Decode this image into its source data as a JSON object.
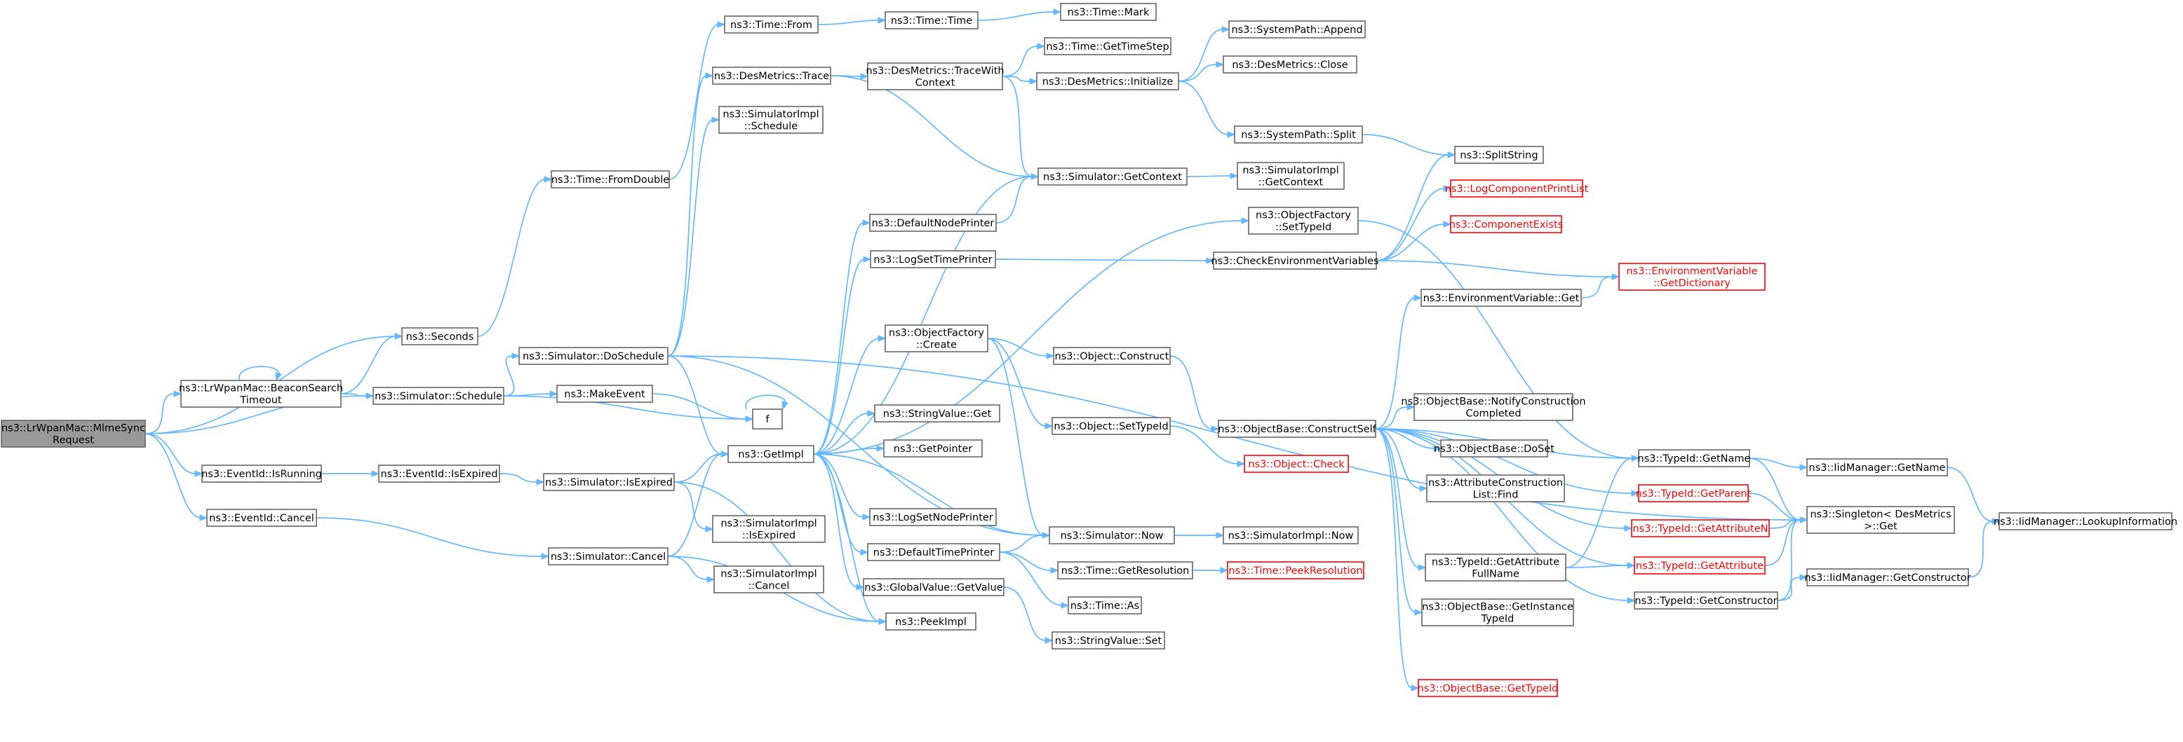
{
  "nodes": [
    {
      "id": "root",
      "lines": [
        "ns3::LrWpanMac::MlmeSync",
        "Request"
      ],
      "color": "root"
    },
    {
      "id": "seconds",
      "lines": [
        "ns3::Seconds"
      ],
      "color": "normal"
    },
    {
      "id": "beacon",
      "lines": [
        "ns3::LrWpanMac::BeaconSearch",
        "Timeout"
      ],
      "color": "normal"
    },
    {
      "id": "schedule",
      "lines": [
        "ns3::Simulator::Schedule"
      ],
      "color": "normal"
    },
    {
      "id": "isrunning",
      "lines": [
        "ns3::EventId::IsRunning"
      ],
      "color": "normal"
    },
    {
      "id": "cancel",
      "lines": [
        "ns3::EventId::Cancel"
      ],
      "color": "normal"
    },
    {
      "id": "fromdouble",
      "lines": [
        "ns3::Time::FromDouble"
      ],
      "color": "normal"
    },
    {
      "id": "doschedule",
      "lines": [
        "ns3::Simulator::DoSchedule"
      ],
      "color": "normal"
    },
    {
      "id": "makeevent",
      "lines": [
        "ns3::MakeEvent"
      ],
      "color": "normal"
    },
    {
      "id": "f",
      "lines": [
        "f"
      ],
      "color": "normal"
    },
    {
      "id": "isexpiredevent",
      "lines": [
        "ns3::EventId::IsExpired"
      ],
      "color": "normal"
    },
    {
      "id": "simisexpired",
      "lines": [
        "ns3::Simulator::IsExpired"
      ],
      "color": "normal"
    },
    {
      "id": "simcancel",
      "lines": [
        "ns3::Simulator::Cancel"
      ],
      "color": "normal"
    },
    {
      "id": "timefrom",
      "lines": [
        "ns3::Time::From"
      ],
      "color": "normal"
    },
    {
      "id": "destrace",
      "lines": [
        "ns3::DesMetrics::Trace"
      ],
      "color": "normal"
    },
    {
      "id": "implschedule",
      "lines": [
        "ns3::SimulatorImpl",
        "::Schedule"
      ],
      "color": "normal"
    },
    {
      "id": "getimpl",
      "lines": [
        "ns3::GetImpl"
      ],
      "color": "normal"
    },
    {
      "id": "implisexpired",
      "lines": [
        "ns3::SimulatorImpl",
        "::IsExpired"
      ],
      "color": "normal"
    },
    {
      "id": "implcancel",
      "lines": [
        "ns3::SimulatorImpl",
        "::Cancel"
      ],
      "color": "normal"
    },
    {
      "id": "peekimpl",
      "lines": [
        "ns3::PeekImpl"
      ],
      "color": "normal"
    },
    {
      "id": "timetime",
      "lines": [
        "ns3::Time::Time"
      ],
      "color": "normal"
    },
    {
      "id": "tracewith",
      "lines": [
        "ns3::DesMetrics::TraceWith",
        "Context"
      ],
      "color": "normal"
    },
    {
      "id": "defaultnode",
      "lines": [
        "ns3::DefaultNodePrinter"
      ],
      "color": "normal"
    },
    {
      "id": "logsettime",
      "lines": [
        "ns3::LogSetTimePrinter"
      ],
      "color": "normal"
    },
    {
      "id": "objfcreate",
      "lines": [
        "ns3::ObjectFactory",
        "::Create"
      ],
      "color": "normal"
    },
    {
      "id": "stringget",
      "lines": [
        "ns3::StringValue::Get"
      ],
      "color": "normal"
    },
    {
      "id": "getpointer",
      "lines": [
        "ns3::GetPointer"
      ],
      "color": "normal"
    },
    {
      "id": "logsetnode",
      "lines": [
        "ns3::LogSetNodePrinter"
      ],
      "color": "normal"
    },
    {
      "id": "defaulttime",
      "lines": [
        "ns3::DefaultTimePrinter"
      ],
      "color": "normal"
    },
    {
      "id": "globalget",
      "lines": [
        "ns3::GlobalValue::GetValue"
      ],
      "color": "normal"
    },
    {
      "id": "timemark",
      "lines": [
        "ns3::Time::Mark"
      ],
      "color": "normal"
    },
    {
      "id": "gettimestep",
      "lines": [
        "ns3::Time::GetTimeStep"
      ],
      "color": "normal"
    },
    {
      "id": "desinit",
      "lines": [
        "ns3::DesMetrics::Initialize"
      ],
      "color": "normal"
    },
    {
      "id": "simgetcontext",
      "lines": [
        "ns3::Simulator::GetContext"
      ],
      "color": "normal"
    },
    {
      "id": "objconstruct",
      "lines": [
        "ns3::Object::Construct"
      ],
      "color": "normal"
    },
    {
      "id": "objsettypeid",
      "lines": [
        "ns3::Object::SetTypeId"
      ],
      "color": "normal"
    },
    {
      "id": "simnow",
      "lines": [
        "ns3::Simulator::Now"
      ],
      "color": "normal"
    },
    {
      "id": "getres",
      "lines": [
        "ns3::Time::GetResolution"
      ],
      "color": "normal"
    },
    {
      "id": "timeas",
      "lines": [
        "ns3::Time::As"
      ],
      "color": "normal"
    },
    {
      "id": "stringset",
      "lines": [
        "ns3::StringValue::Set"
      ],
      "color": "normal"
    },
    {
      "id": "spappend",
      "lines": [
        "ns3::SystemPath::Append"
      ],
      "color": "normal"
    },
    {
      "id": "desclose",
      "lines": [
        "ns3::DesMetrics::Close"
      ],
      "color": "normal"
    },
    {
      "id": "spsplit",
      "lines": [
        "ns3::SystemPath::Split"
      ],
      "color": "normal"
    },
    {
      "id": "implgetcontext",
      "lines": [
        "ns3::SimulatorImpl",
        "::GetContext"
      ],
      "color": "normal"
    },
    {
      "id": "ofsettypeid",
      "lines": [
        "ns3::ObjectFactory",
        "::SetTypeId"
      ],
      "color": "normal"
    },
    {
      "id": "checkenv",
      "lines": [
        "ns3::CheckEnvironmentVariables"
      ],
      "color": "normal"
    },
    {
      "id": "envget",
      "lines": [
        "ns3::EnvironmentVariable::Get"
      ],
      "color": "normal"
    },
    {
      "id": "constructself",
      "lines": [
        "ns3::ObjectBase::ConstructSelf"
      ],
      "color": "normal"
    },
    {
      "id": "objcheck",
      "lines": [
        "ns3::Object::Check"
      ],
      "color": "red"
    },
    {
      "id": "implnow",
      "lines": [
        "ns3::SimulatorImpl::Now"
      ],
      "color": "normal"
    },
    {
      "id": "peekres",
      "lines": [
        "ns3::Time::PeekResolution"
      ],
      "color": "red"
    },
    {
      "id": "splitstring",
      "lines": [
        "ns3::SplitString"
      ],
      "color": "normal"
    },
    {
      "id": "logcomp",
      "lines": [
        "ns3::LogComponentPrintList"
      ],
      "color": "red"
    },
    {
      "id": "compexists",
      "lines": [
        "ns3::ComponentExists"
      ],
      "color": "red"
    },
    {
      "id": "envdict",
      "lines": [
        "ns3::EnvironmentVariable",
        "::GetDictionary"
      ],
      "color": "red"
    },
    {
      "id": "notify",
      "lines": [
        "ns3::ObjectBase::NotifyConstruction",
        "Completed"
      ],
      "color": "normal"
    },
    {
      "id": "doset",
      "lines": [
        "ns3::ObjectBase::DoSet"
      ],
      "color": "normal"
    },
    {
      "id": "attrfind",
      "lines": [
        "ns3::AttributeConstruction",
        "List::Find"
      ],
      "color": "normal"
    },
    {
      "id": "getattrfull",
      "lines": [
        "ns3::TypeId::GetAttribute",
        "FullName"
      ],
      "color": "normal"
    },
    {
      "id": "getinst",
      "lines": [
        "ns3::ObjectBase::GetInstance",
        "TypeId"
      ],
      "color": "normal"
    },
    {
      "id": "gettypeid",
      "lines": [
        "ns3::ObjectBase::GetTypeId"
      ],
      "color": "red"
    },
    {
      "id": "tidgetname",
      "lines": [
        "ns3::TypeId::GetName"
      ],
      "color": "normal"
    },
    {
      "id": "tidgetparent",
      "lines": [
        "ns3::TypeId::GetParent"
      ],
      "color": "red"
    },
    {
      "id": "tidgetattrn",
      "lines": [
        "ns3::TypeId::GetAttributeN"
      ],
      "color": "red"
    },
    {
      "id": "tidgetattr",
      "lines": [
        "ns3::TypeId::GetAttribute"
      ],
      "color": "red"
    },
    {
      "id": "tidgetctor",
      "lines": [
        "ns3::TypeId::GetConstructor"
      ],
      "color": "normal"
    },
    {
      "id": "singleton",
      "lines": [
        "ns3::Singleton< DesMetrics",
        " >::Get"
      ],
      "color": "normal"
    },
    {
      "id": "iidgetname",
      "lines": [
        "ns3::IidManager::GetName"
      ],
      "color": "normal"
    },
    {
      "id": "iidgetctor",
      "lines": [
        "ns3::IidManager::GetConstructor"
      ],
      "color": "normal"
    },
    {
      "id": "lookup",
      "lines": [
        "ns3::IidManager::LookupInformation"
      ],
      "color": "normal"
    }
  ],
  "edges": [
    [
      "root",
      "seconds"
    ],
    [
      "root",
      "beacon"
    ],
    [
      "root",
      "schedule"
    ],
    [
      "root",
      "isrunning"
    ],
    [
      "root",
      "cancel"
    ],
    [
      "beacon",
      "beacon"
    ],
    [
      "beacon",
      "seconds"
    ],
    [
      "beacon",
      "schedule"
    ],
    [
      "seconds",
      "fromdouble"
    ],
    [
      "fromdouble",
      "timefrom"
    ],
    [
      "timefrom",
      "timetime"
    ],
    [
      "timetime",
      "timemark"
    ],
    [
      "schedule",
      "doschedule"
    ],
    [
      "schedule",
      "makeevent"
    ],
    [
      "schedule",
      "f"
    ],
    [
      "makeevent",
      "f"
    ],
    [
      "f",
      "f"
    ],
    [
      "doschedule",
      "destrace"
    ],
    [
      "doschedule",
      "implschedule"
    ],
    [
      "doschedule",
      "getimpl"
    ],
    [
      "doschedule",
      "simnow"
    ],
    [
      "doschedule",
      "singleton"
    ],
    [
      "destrace",
      "tracewith"
    ],
    [
      "destrace",
      "simgetcontext"
    ],
    [
      "tracewith",
      "gettimestep"
    ],
    [
      "tracewith",
      "desinit"
    ],
    [
      "tracewith",
      "simgetcontext"
    ],
    [
      "desinit",
      "spappend"
    ],
    [
      "desinit",
      "desclose"
    ],
    [
      "desinit",
      "spsplit"
    ],
    [
      "spsplit",
      "splitstring"
    ],
    [
      "simgetcontext",
      "implgetcontext"
    ],
    [
      "isrunning",
      "isexpiredevent"
    ],
    [
      "isexpiredevent",
      "simisexpired"
    ],
    [
      "simisexpired",
      "getimpl"
    ],
    [
      "simisexpired",
      "implisexpired"
    ],
    [
      "simisexpired",
      "peekimpl"
    ],
    [
      "cancel",
      "simcancel"
    ],
    [
      "simcancel",
      "getimpl"
    ],
    [
      "simcancel",
      "implcancel"
    ],
    [
      "simcancel",
      "peekimpl"
    ],
    [
      "getimpl",
      "simgetcontext"
    ],
    [
      "getimpl",
      "defaultnode"
    ],
    [
      "getimpl",
      "ofsettypeid"
    ],
    [
      "getimpl",
      "logsettime"
    ],
    [
      "getimpl",
      "objfcreate"
    ],
    [
      "getimpl",
      "stringget"
    ],
    [
      "getimpl",
      "getpointer"
    ],
    [
      "getimpl",
      "logsetnode"
    ],
    [
      "getimpl",
      "defaulttime"
    ],
    [
      "getimpl",
      "globalget"
    ],
    [
      "getimpl",
      "peekimpl"
    ],
    [
      "getimpl",
      "simnow"
    ],
    [
      "defaultnode",
      "simgetcontext"
    ],
    [
      "logsettime",
      "checkenv"
    ],
    [
      "ofsettypeid",
      "tidgetname"
    ],
    [
      "checkenv",
      "splitstring"
    ],
    [
      "checkenv",
      "logcomp"
    ],
    [
      "checkenv",
      "compexists"
    ],
    [
      "checkenv",
      "envdict"
    ],
    [
      "objfcreate",
      "objconstruct"
    ],
    [
      "objfcreate",
      "objsettypeid"
    ],
    [
      "objfcreate",
      "simnow"
    ],
    [
      "objconstruct",
      "constructself"
    ],
    [
      "objsettypeid",
      "objcheck"
    ],
    [
      "defaulttime",
      "simnow"
    ],
    [
      "defaulttime",
      "getres"
    ],
    [
      "defaulttime",
      "timeas"
    ],
    [
      "globalget",
      "stringset"
    ],
    [
      "simnow",
      "implnow"
    ],
    [
      "getres",
      "peekres"
    ],
    [
      "envget",
      "envdict"
    ],
    [
      "constructself",
      "envget"
    ],
    [
      "constructself",
      "tidgetname"
    ],
    [
      "constructself",
      "tidgetparent"
    ],
    [
      "constructself",
      "notify"
    ],
    [
      "constructself",
      "doset"
    ],
    [
      "constructself",
      "attrfind"
    ],
    [
      "constructself",
      "tidgetattrn"
    ],
    [
      "constructself",
      "getattrfull"
    ],
    [
      "constructself",
      "getinst"
    ],
    [
      "constructself",
      "gettypeid"
    ],
    [
      "constructself",
      "tidgetattr"
    ],
    [
      "constructself",
      "tidgetctor"
    ],
    [
      "getattrfull",
      "tidgetname"
    ],
    [
      "getattrfull",
      "tidgetattr"
    ],
    [
      "tidgetname",
      "iidgetname"
    ],
    [
      "tidgetname",
      "singleton"
    ],
    [
      "tidgetparent",
      "singleton"
    ],
    [
      "tidgetattrn",
      "singleton"
    ],
    [
      "tidgetattr",
      "singleton"
    ],
    [
      "tidgetctor",
      "iidgetctor"
    ],
    [
      "tidgetctor",
      "singleton"
    ],
    [
      "iidgetname",
      "lookup"
    ],
    [
      "iidgetctor",
      "lookup"
    ]
  ]
}
